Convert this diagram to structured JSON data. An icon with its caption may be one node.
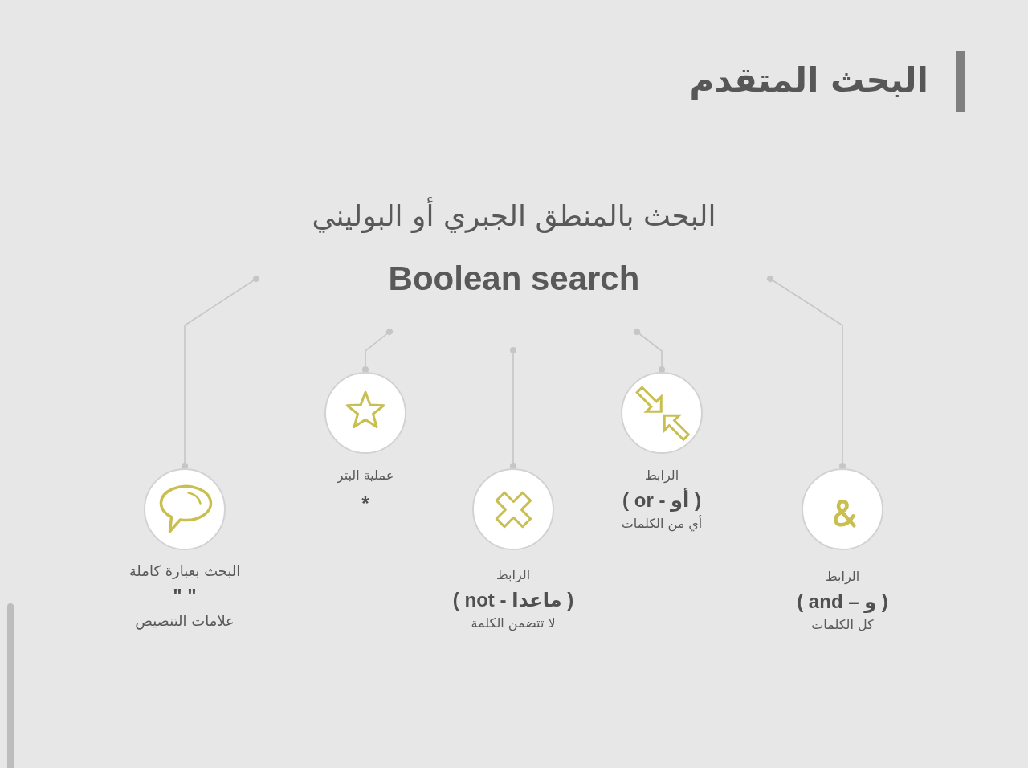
{
  "diagram": {
    "title": "البحث المتقدم",
    "nodes": [
      {
        "text": [],
        "shape": "circle",
        "beside": [
          "الرابط",
          "( و – and )",
          "كل الكلمات"
        ]
      },
      {
        "text": [],
        "shape": "circle",
        "beside": [
          "الرابط",
          "( أو - or )",
          "أي من الكلمات"
        ]
      },
      {
        "text": [],
        "shape": "circle",
        "beside": [
          "الرابط",
          "( ماعدا - not )",
          "لا تتضمن الكلمة"
        ]
      },
      {
        "text": [],
        "shape": "circle",
        "beside": [
          "عملية البتر",
          "*"
        ]
      },
      {
        "text": [],
        "shape": "circle",
        "beside": [
          "البحث بعبارة كاملة",
          "\" \"",
          "علامات التنصيص"
        ]
      }
    ],
    "edges": [
      {
        "from": null,
        "to": 0,
        "arrow": "other"
      },
      {
        "from": null,
        "to": 1,
        "arrow": "other"
      },
      {
        "from": null,
        "to": 2,
        "arrow": "other"
      },
      {
        "from": null,
        "to": 3,
        "arrow": "other"
      },
      {
        "from": null,
        "to": 4,
        "arrow": "other"
      }
    ],
    "labels": [
      "البحث بالمنطق الجبري أو البوليني",
      "Boolean search"
    ]
  }
}
